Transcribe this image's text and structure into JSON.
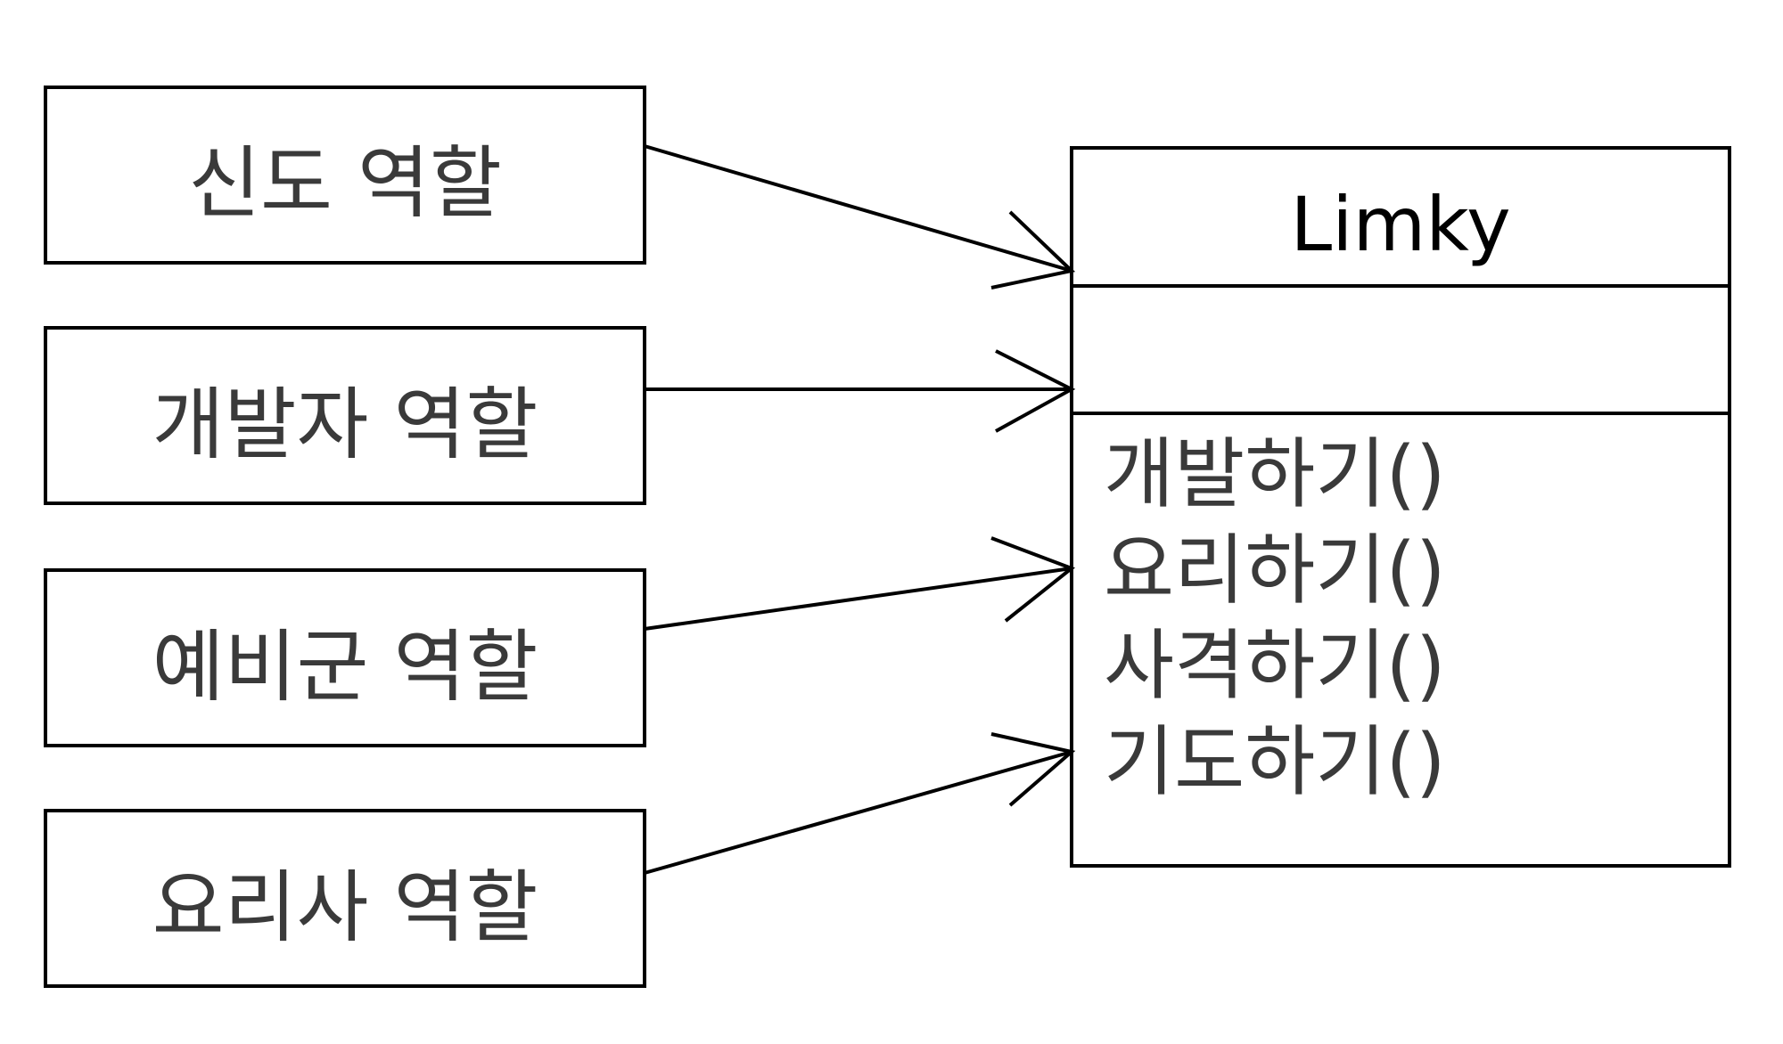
{
  "roles": [
    {
      "label": "신도 역할"
    },
    {
      "label": "개발자 역할"
    },
    {
      "label": "예비군 역할"
    },
    {
      "label": "요리사 역할"
    }
  ],
  "class_box": {
    "name": "Limky",
    "attributes": [],
    "methods": [
      "개발하기()",
      "요리하기()",
      "사격하기()",
      "기도하기()"
    ]
  },
  "colors": {
    "stroke": "#000000",
    "text": "#3a3a3a",
    "background": "#ffffff"
  }
}
